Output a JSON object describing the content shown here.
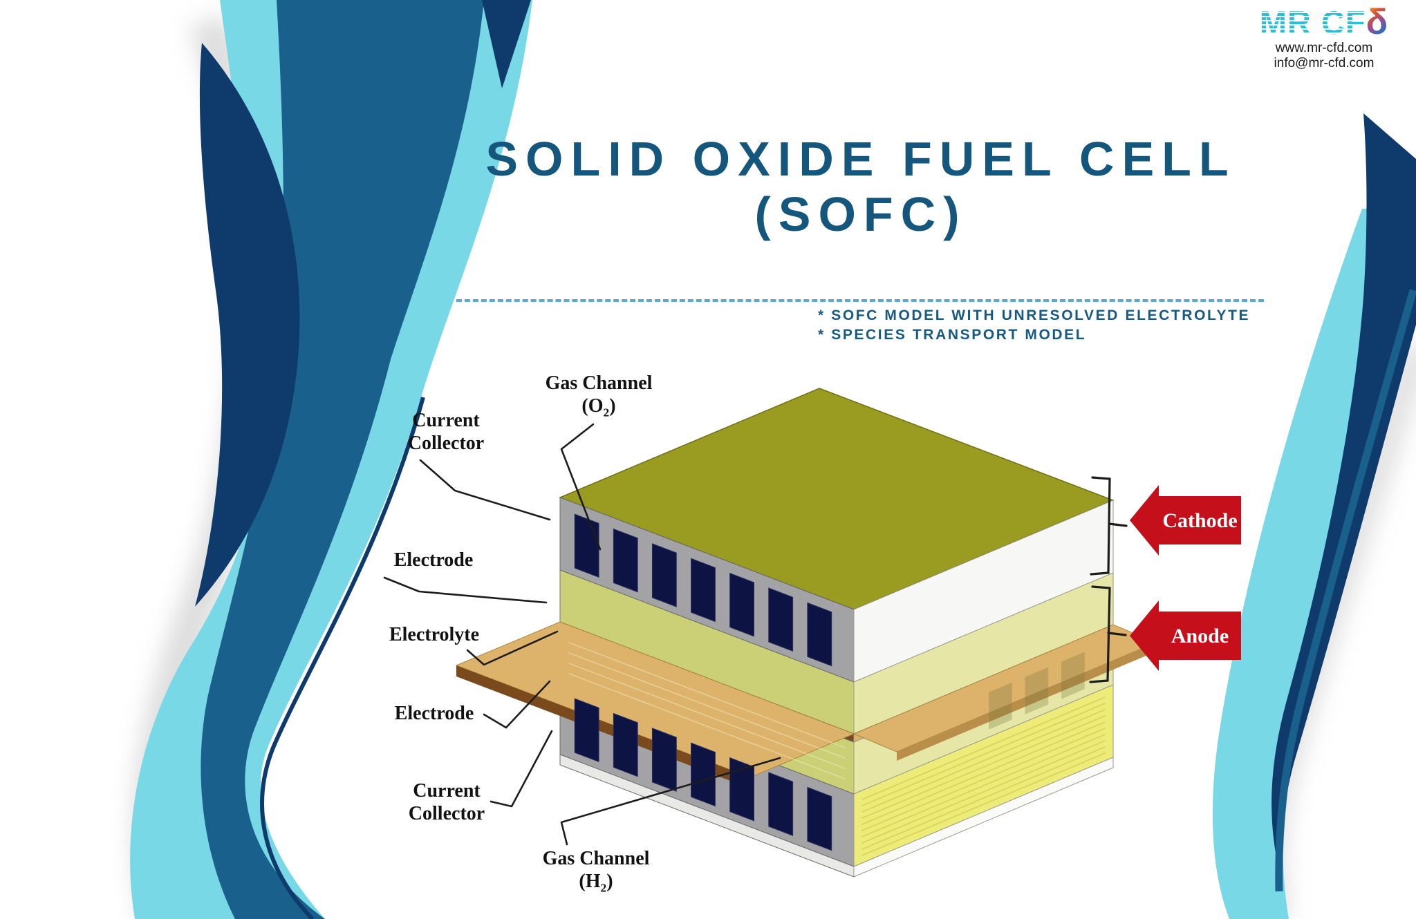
{
  "logo": {
    "brand_main": "MR CF",
    "brand_delta": "δ",
    "delta_icon": "delta-gradient-glyph",
    "brand_color": "#28BFD8",
    "website": "www.mr-cfd.com",
    "email": "info@mr-cfd.com"
  },
  "title": {
    "line1": "SOLID OXIDE FUEL CELL",
    "line2": "(SOFC)",
    "color": "#15567D"
  },
  "notes": [
    "* SOFC MODEL WITH UNRESOLVED ELECTROLYTE",
    "* SPECIES TRANSPORT MODEL"
  ],
  "diagram": {
    "labels": {
      "gas_channel_o2": {
        "line1": "Gas Channel",
        "formula_pre": "(O",
        "formula_sub": "2",
        "formula_post": ")"
      },
      "current_collector_top": {
        "line1": "Current",
        "line2": "Collector"
      },
      "electrode_top": "Electrode",
      "electrolyte": "Electrolyte",
      "electrode_bottom": "Electrode",
      "current_collector_bottom": {
        "line1": "Current",
        "line2": "Collector"
      },
      "gas_channel_h2": {
        "line1": "Gas Channel",
        "formula_pre": "(H",
        "formula_sub": "2",
        "formula_post": ")"
      }
    },
    "arrows": {
      "cathode": "Cathode",
      "anode": "Anode",
      "color": "#C5101C"
    },
    "colors": {
      "top_face_olive": "#9A9B21",
      "collector_gray": "#A3A3A5",
      "channel_navy": "#0D1342",
      "electrode_yellow_green": "#C9CD6E",
      "electrolyte_brown": "#7A4A1D",
      "electrolyte_tan": "#DDB26A",
      "right_face_white": "#F7F7F5",
      "right_electrode_pale": "#E6E7A6",
      "right_collector_yellow": "#EEEC78",
      "base_white": "#E9E9E7"
    }
  },
  "background": {
    "ribbon_cyan": "#79D8E6",
    "ribbon_blue": "#19618C",
    "ribbon_navy": "#0E3A6C",
    "separator_dash_color": "#58A8D6"
  }
}
